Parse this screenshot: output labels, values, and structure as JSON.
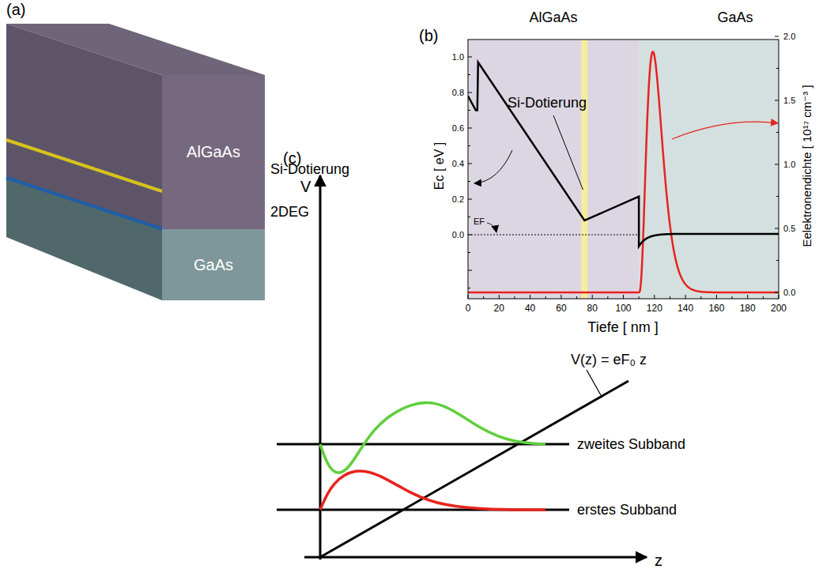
{
  "diagram": {
    "nodes": [
      {
        "text": [
          "AlGaAs"
        ]
      },
      {
        "text": [
          "GaAs"
        ]
      }
    ],
    "labels": [
      "(a)",
      "Si-Dotierung",
      "2DEG",
      "(b)",
      "AlGaAs",
      "GaAs",
      "Si-Dotierung",
      "Ec [ eV ]",
      "EF",
      "0.0",
      "0.2",
      "0.4",
      "0.6",
      "0.8",
      "1.0",
      "0.0",
      "0.5",
      "1.0",
      "1.5",
      "2.0",
      "0",
      "20",
      "40",
      "60",
      "80",
      "100",
      "120",
      "140",
      "160",
      "180",
      "200",
      "Tiefe [ nm ]",
      "Eelektronendichte [ 10¹⁷ cm⁻³ ]",
      "(c)",
      "V",
      "V(z) = eF₀ z",
      "zweites Subband",
      "erstes Subband",
      "z"
    ]
  }
}
